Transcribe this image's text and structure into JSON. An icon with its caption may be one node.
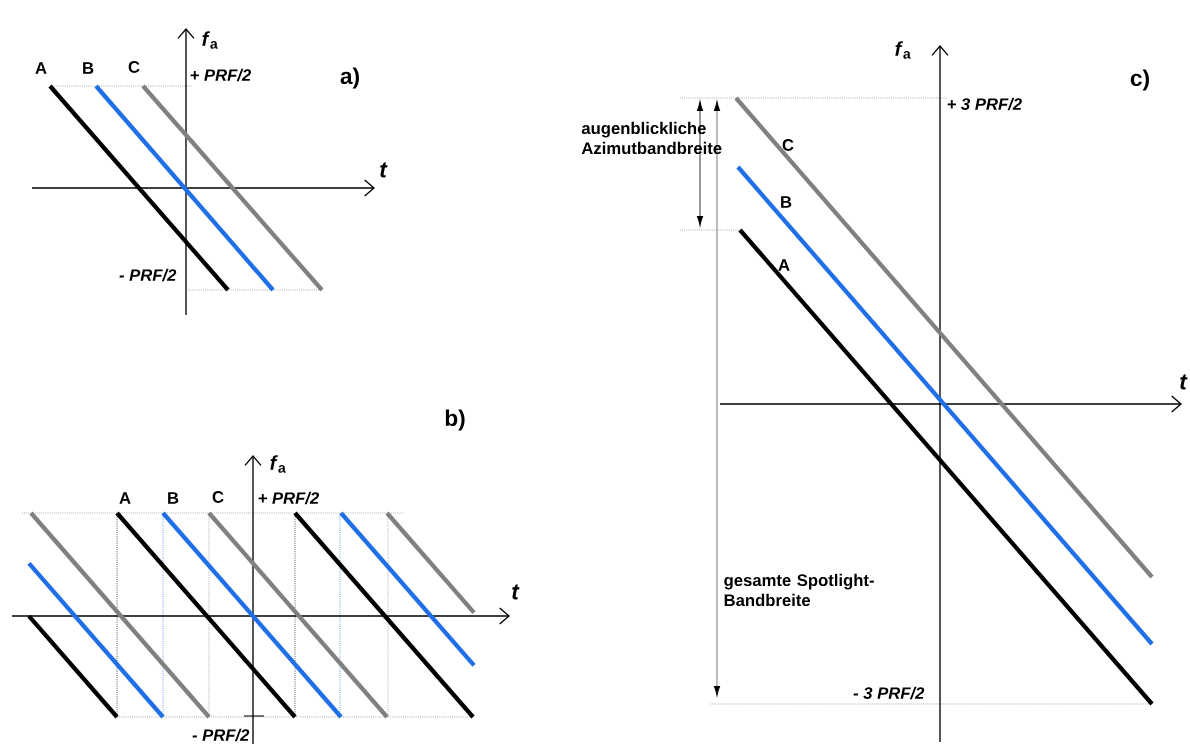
{
  "diagram": {
    "labels": [
      "*f*$_{a}$",
      "A",
      "B",
      "C",
      "+ PRF/2",
      "a)",
      "t",
      "- PRF/2",
      "b)",
      "*f*$_{a}$",
      "A",
      "B",
      "C",
      "+ PRF/2",
      "t",
      "- PRF/2",
      "*f*$_{a}$",
      "c)",
      "+ 3 PRF/2",
      "augenblickliche Azimutbandbreite",
      "C",
      "B",
      "A",
      "t",
      "gesamte Spotlight-Bandbreite",
      "- 3 PRF/2"
    ]
  }
}
